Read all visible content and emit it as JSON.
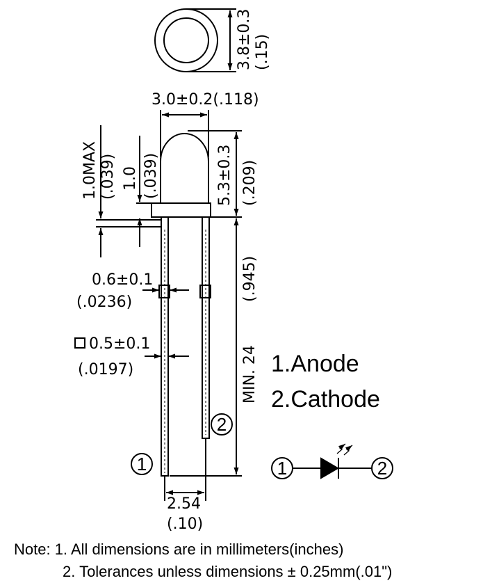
{
  "top_view": {
    "dia_label": "3.8±0.3",
    "dia_inch": "(.15)"
  },
  "body": {
    "width_label": "3.0±0.2(.118)",
    "height_label": "5.3±0.3",
    "height_inch": "(.209)",
    "flange_max_label": "1.0MAX",
    "flange_max_inch": "(.039)",
    "flange_label": "1.0",
    "flange_inch": "(.039)"
  },
  "leads": {
    "lead_dia_label": "0.6±0.1",
    "lead_dia_inch": "(.0236)",
    "lead_sq_label": "0.5±0.1",
    "lead_sq_inch": "(.0197)",
    "lead_len_label": "MIN. 24",
    "lead_len_inch": "(.945)",
    "pitch_label": "2.54",
    "pitch_inch": "(.10)"
  },
  "pins": {
    "pin1": "1",
    "pin2": "2",
    "anode": "1.Anode",
    "cathode": "2.Cathode"
  },
  "notes": {
    "line1": "Note: 1. All dimensions are in millimeters(inches)",
    "line2": "2. Tolerances unless dimensions ± 0.25mm(.01\")"
  }
}
